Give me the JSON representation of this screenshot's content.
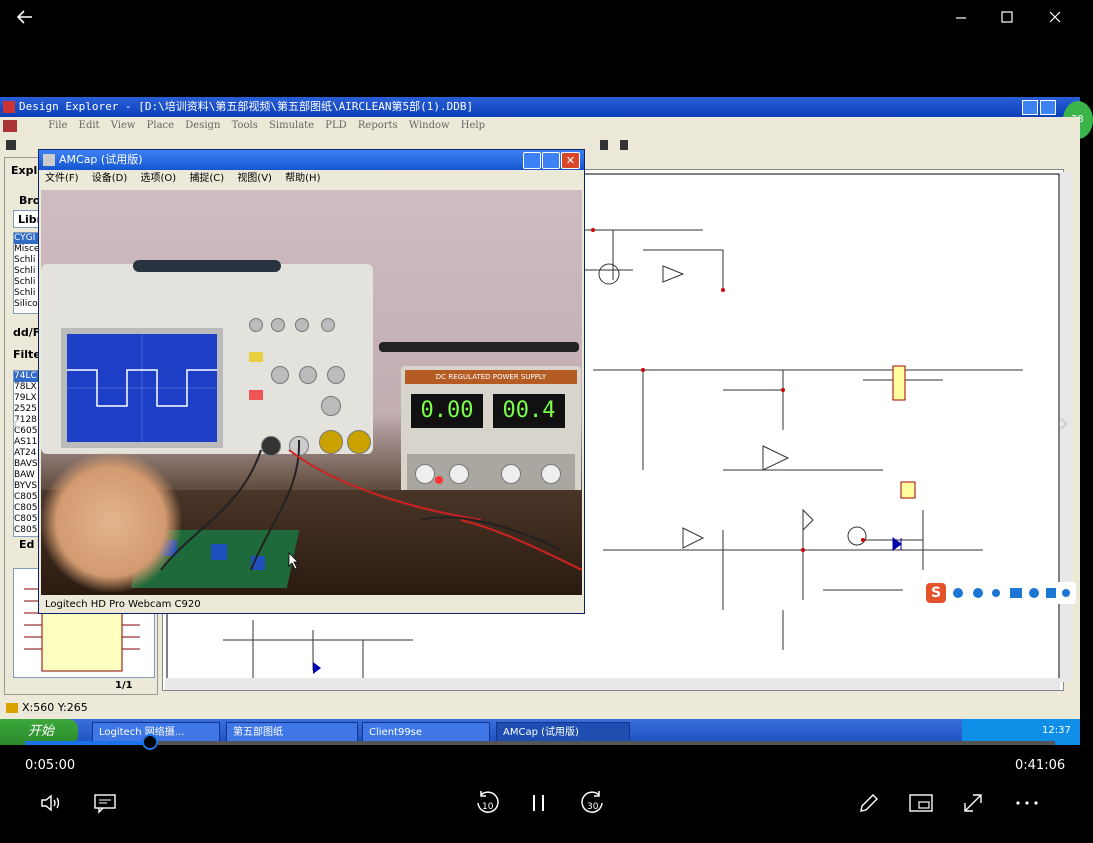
{
  "player": {
    "elapsed": "0:05:00",
    "total": "0:41:06",
    "progress": 0.1217
  },
  "design_explorer": {
    "title": "Design Explorer - [D:\\培训资料\\第五部视频\\第五部图纸\\AIRCLEAN第5部(1).DDB]",
    "menu": [
      "File",
      "Edit",
      "View",
      "Place",
      "Design",
      "Tools",
      "Simulate",
      "PLD",
      "Reports",
      "Window",
      "Help"
    ],
    "explorer_tab": "Expl",
    "browse_label": "Bro",
    "library_label": "Libr",
    "library_items": [
      "CYGI",
      "Misce",
      "Schli",
      "Schli",
      "Schli",
      "Schli",
      "Silico"
    ],
    "add_label": "dd/F",
    "filter_label": "Filte",
    "components": [
      "74LC",
      "78LX",
      "79LX",
      "2525",
      "7128",
      "C605",
      "AS11",
      "AT24",
      "BAVS",
      "BAW",
      "BYVS",
      "C805",
      "C805",
      "C805",
      "C805"
    ],
    "edit_label": "Ed",
    "page_indicator": "1/1",
    "coords": "X:560 Y:265"
  },
  "amcap": {
    "title": "AMCap (试用版)",
    "menu": [
      "文件(F)",
      "设备(D)",
      "选项(O)",
      "捕捉(C)",
      "视图(V)",
      "帮助(H)"
    ],
    "status": "Logitech HD Pro Webcam C920",
    "psu_display_left": "0.00",
    "psu_display_right": "00.4",
    "psu_label": "DC REGULATED POWER SUPPLY"
  },
  "taskbar": {
    "start": "开始",
    "items": [
      "Logitech 网络摄...",
      "第五部图纸",
      "Client99se",
      "AMCap (试用版)"
    ],
    "clock": "12:37"
  },
  "badge": "38",
  "colors": {
    "accent": "#1a73e8",
    "xp_blue": "#1556d0",
    "start_green": "#3da83d"
  }
}
